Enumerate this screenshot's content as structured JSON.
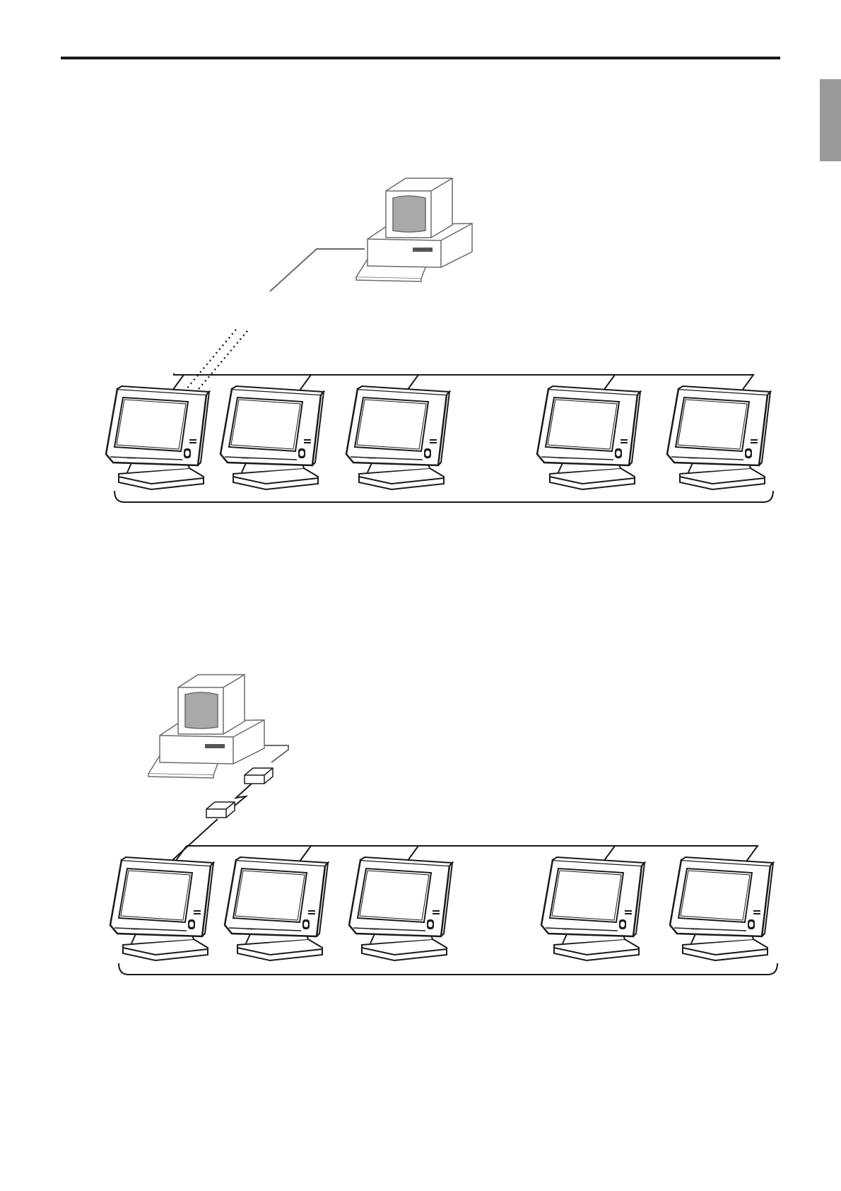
{
  "page": {
    "header_rule": "",
    "side_tab": ""
  },
  "diagrams": [
    {
      "name": "wireless-host-connection",
      "host_connection": "infrared-dotted",
      "terminal_count": 5,
      "has_modems": false
    },
    {
      "name": "modem-host-connection",
      "host_connection": "modem-link",
      "terminal_count": 5,
      "has_modems": true
    }
  ],
  "colors": {
    "line": "#1a1a1a",
    "host_line": "#6b6b6b",
    "crt_screen": "#a9a9a9",
    "tab": "#9a9a9a"
  },
  "icons": [
    "host-computer-icon",
    "pos-terminal-icon",
    "modem-icon"
  ]
}
